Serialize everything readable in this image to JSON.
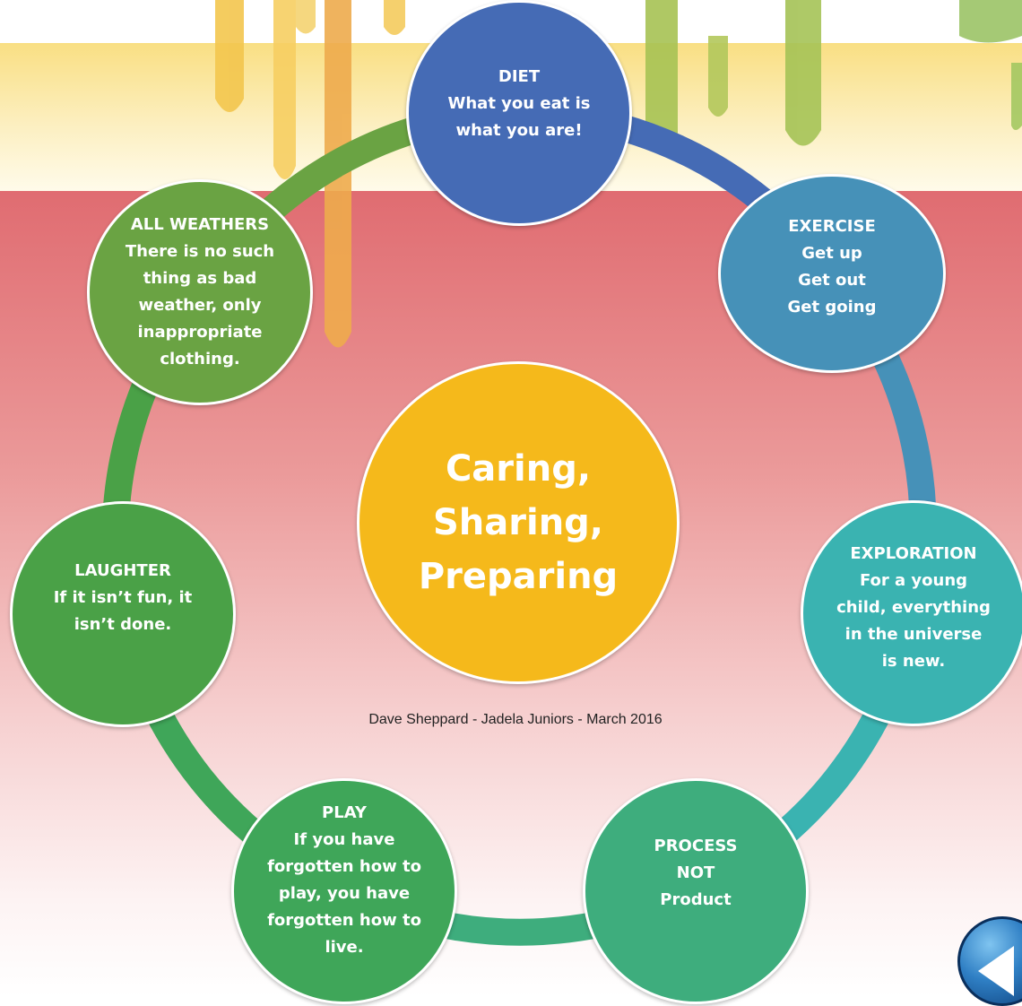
{
  "center": {
    "title": "Caring,\nSharing,\nPreparing",
    "color": "#f5b91b"
  },
  "nodes": [
    {
      "id": "diet",
      "text": "DIET\nWhat you eat is\nwhat you are!",
      "color": "#456bb5"
    },
    {
      "id": "exercise",
      "text": "EXERCISE\nGet up\nGet out\nGet going",
      "color": "#4691b8"
    },
    {
      "id": "exploration",
      "text": "EXPLORATION\nFor a young\nchild, everything\nin the universe\nis new.",
      "color": "#3ab3b1"
    },
    {
      "id": "process",
      "text": "PROCESS\nNOT\nProduct",
      "color": "#3ead7d"
    },
    {
      "id": "play",
      "text": "PLAY\nIf you have\nforgotten how to\nplay, you have\nforgotten how to\nlive.",
      "color": "#3fa659"
    },
    {
      "id": "laughter",
      "text": "LAUGHTER\nIf it isn’t fun, it\nisn’t done.",
      "color": "#4aa147"
    },
    {
      "id": "all-weathers",
      "text": "ALL WEATHERS\nThere is no such\nthing as bad\nweather, only\ninappropriate\nclothing.",
      "color": "#6aa343"
    }
  ],
  "credit": "Dave Sheppard - Jadela Juniors - March 2016",
  "back_button": {
    "icon": "back-arrow-icon"
  }
}
